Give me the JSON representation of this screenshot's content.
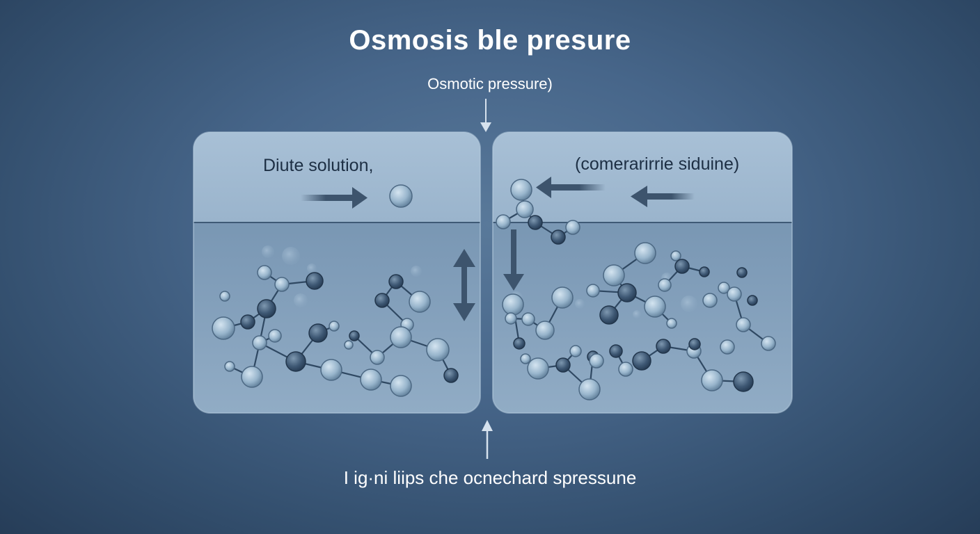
{
  "title": "Osmosis ble presure",
  "subtitle": "Osmotic pressure)",
  "left_panel": {
    "label": "Diute solution,"
  },
  "right_panel": {
    "label": "(comerarirrie siduine)"
  },
  "caption": "I ig·ni liips che ocnechard spressune",
  "colors": {
    "background": "#47668a",
    "panel_top": "#a9c2d8",
    "panel_liquid": "#7d9ab5",
    "text_dark": "#1d2f44",
    "arrow_dark": "#3d546d",
    "molecule_light": "#9fbbd1",
    "molecule_dark": "#2f4862"
  }
}
